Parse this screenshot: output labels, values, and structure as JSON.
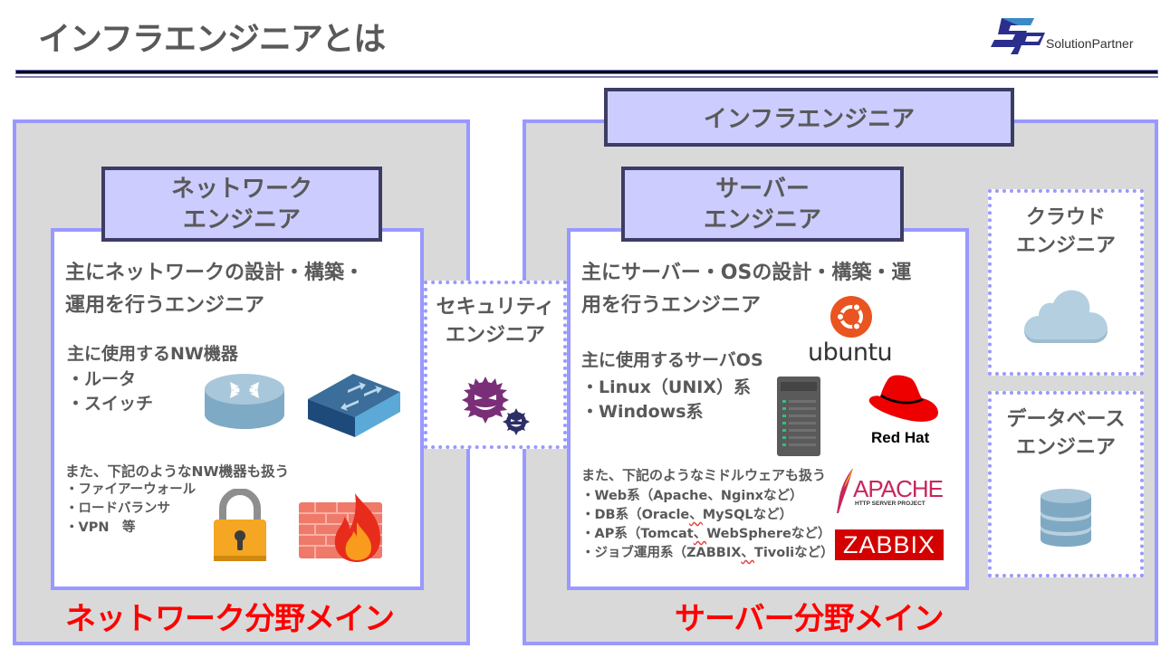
{
  "header": {
    "title": "インフラエンジニアとは",
    "logo_text": "SolutionPartner",
    "logo_mark": "SP",
    "colors": {
      "title": "#595959",
      "rule": "#000000",
      "rule_accent": "#7f7fa6"
    }
  },
  "colors": {
    "panel_bg": "#d9d9d9",
    "panel_border": "#9999ff",
    "tag_bg": "#ccccff",
    "tag_border": "#3c3c66",
    "text": "#595959",
    "caption": "#ff0000"
  },
  "infra": {
    "tag_label": "インフラエンジニア",
    "caption": "サーバー分野メイン",
    "server": {
      "tag_line1": "サーバー",
      "tag_line2": "エンジニア",
      "desc_line1": "主にサーバー・OSの設計・構築・運",
      "desc_line2": "用を行うエンジニア",
      "used_title": "主に使用するサーバOS",
      "used_items": [
        "・Linux（UNIX）系",
        "・Windows系"
      ],
      "also_title": "また、下記のようなミドルウェアも扱う",
      "also_items": [
        {
          "prefix": "・Web系（Apache、Nginxなど）"
        },
        {
          "prefix": "・DB系（Oracle",
          "mark": "、",
          "suffix": "MySQLなど）"
        },
        {
          "prefix": "・AP系（Tomcat",
          "mark": "、",
          "suffix": "WebSphereなど）"
        },
        {
          "prefix": "・ジョブ運用系（ZABBIX",
          "mark": "、",
          "suffix": "Tivoliなど）"
        }
      ],
      "logos": {
        "ubuntu": "ubuntu",
        "redhat": "Red Hat",
        "apache": "APACHE",
        "apache_sub": "HTTP SERVER PROJECT",
        "zabbix": "ZABBIX"
      }
    },
    "cloud": {
      "line1": "クラウド",
      "line2": "エンジニア"
    },
    "database": {
      "line1": "データベース",
      "line2": "エンジニア"
    }
  },
  "network": {
    "tag_line1": "ネットワーク",
    "tag_line2": "エンジニア",
    "desc_line1": "主にネットワークの設計・構築・",
    "desc_line2": "運用を行うエンジニア",
    "used_title": "主に使用するNW機器",
    "used_items": [
      "・ルータ",
      "・スイッチ"
    ],
    "also_title": "また、下記のようなNW機器も扱う",
    "also_items": [
      "・ファイアーウォール",
      "・ロードバランサ",
      "・VPN　等"
    ],
    "caption": "ネットワーク分野メイン"
  },
  "security": {
    "line1": "セキュリティ",
    "line2": "エンジニア"
  }
}
